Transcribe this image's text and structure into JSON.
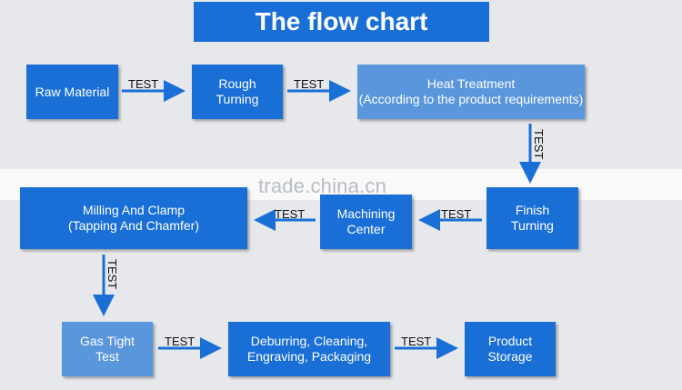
{
  "title": "The flow chart",
  "watermark": "trade.china.cn",
  "test_label": "TEST",
  "nodes": {
    "raw_material": [
      "Raw Material"
    ],
    "rough_turning": [
      "Rough",
      "Turning"
    ],
    "heat_treatment": [
      "Heat Treatment",
      "(According to the product requirements)"
    ],
    "finish_turning": [
      "Finish",
      "Turning"
    ],
    "machining_center": [
      "Machining",
      "Center"
    ],
    "milling_clamp": [
      "Milling And Clamp",
      "(Tapping And Chamfer)"
    ],
    "gas_tight_test": [
      "Gas Tight",
      "Test"
    ],
    "deburring": [
      "Deburring, Cleaning,",
      "Engraving, Packaging"
    ],
    "product_storage": [
      "Product",
      "Storage"
    ]
  },
  "colors": {
    "box_dark": "#1a6fd6",
    "box_light": "#5a96dc",
    "arrow": "#1a6fd6",
    "background": "#e6e8ec"
  }
}
